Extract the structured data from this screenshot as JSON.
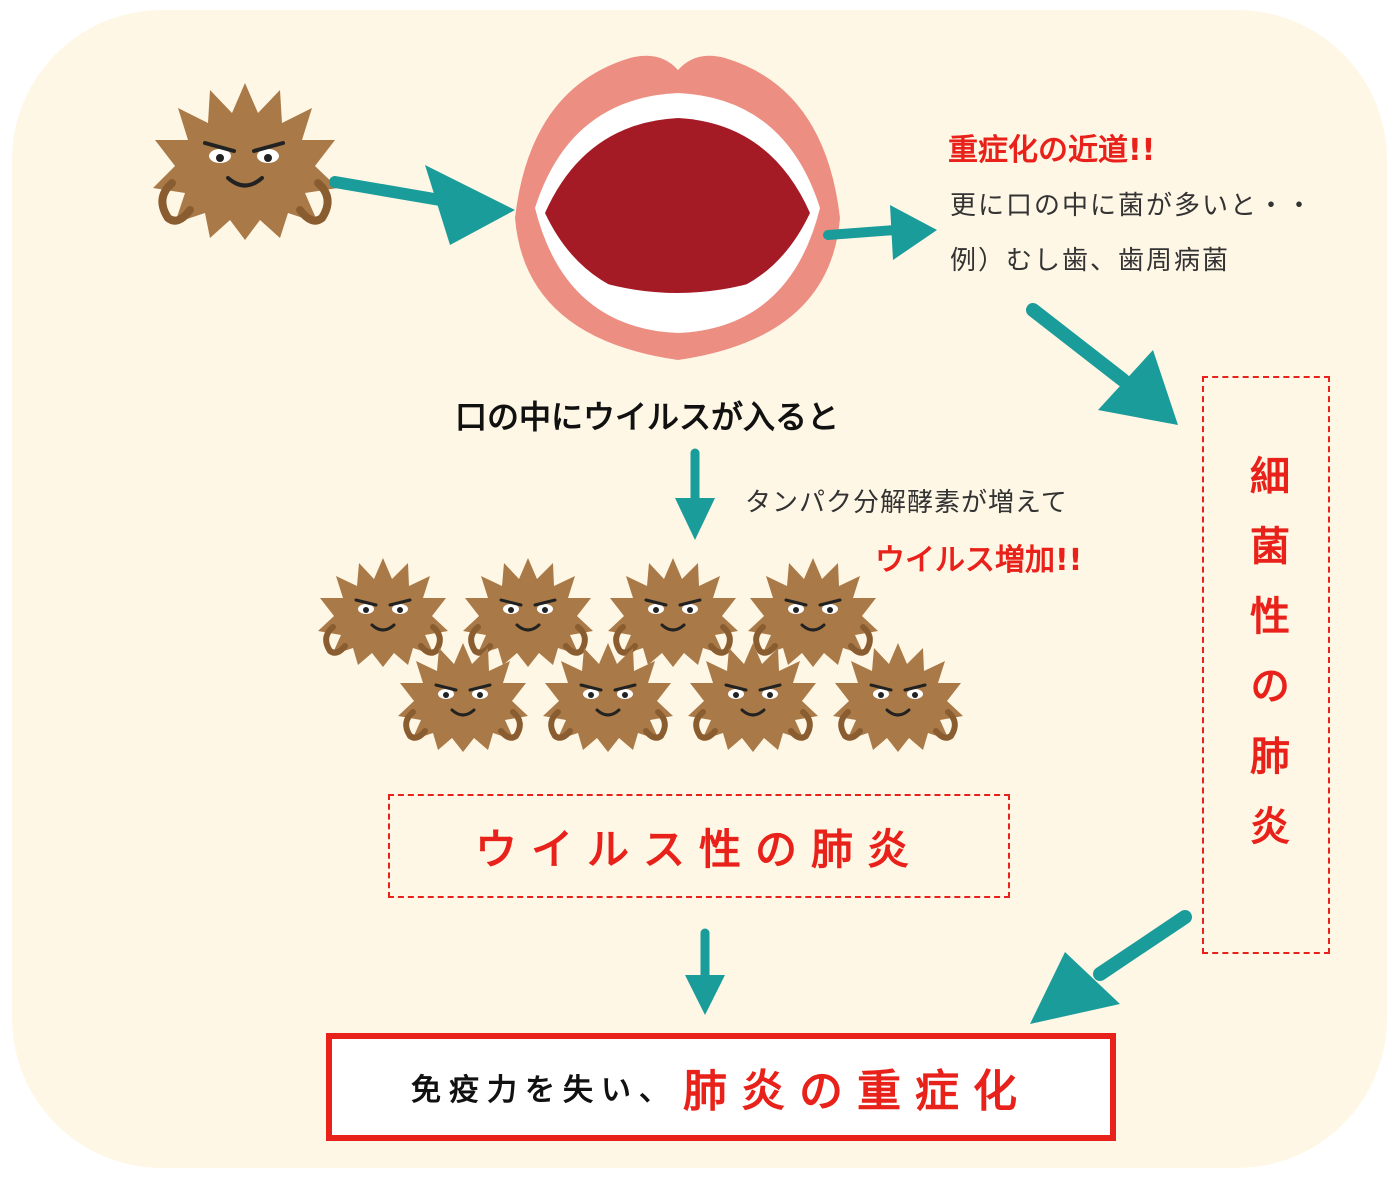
{
  "colors": {
    "background": "#fff7e6",
    "accent_red": "#e8221a",
    "arrow_teal": "#1a9c9a",
    "virus_brown": "#a97a48",
    "lip_pink": "#ec8f82",
    "mouth_dark_red": "#a51b25"
  },
  "danger": {
    "title": "重症化の近道!!",
    "line1": "更に口の中に菌が多いと・・",
    "line2": "例）むし歯、歯周病菌"
  },
  "virus_enter": {
    "label": "口の中にウイルスが入ると"
  },
  "enzyme": {
    "note": "タンパク分解酵素が増えて",
    "increase": "ウイルス増加!!"
  },
  "viral_pneumonia": {
    "label": "ウイルス性の肺炎"
  },
  "bacterial_pneumonia": {
    "label": "細菌性の肺炎"
  },
  "result": {
    "prefix": "免疫力を失い、",
    "main": "肺炎の重症化"
  },
  "icons": [
    "virus-icon",
    "mouth-icon",
    "arrow-icon"
  ]
}
